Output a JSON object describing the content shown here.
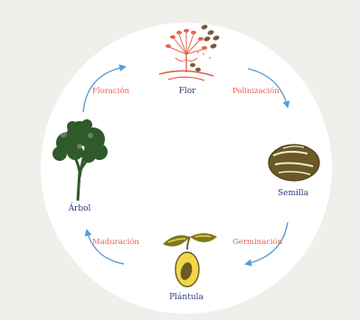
{
  "colors": {
    "background": "#f0efeb",
    "circle": "#ffffff",
    "node_label": "#2f3c7e",
    "edge_label": "#e4624f",
    "arrow": "#5a9bd4"
  },
  "nodes": [
    {
      "id": "flor",
      "label": "Flor",
      "icon": "flower-icon"
    },
    {
      "id": "semilla",
      "label": "Semilla",
      "icon": "seed-icon"
    },
    {
      "id": "plantula",
      "label": "Plántula",
      "icon": "seedling-icon"
    },
    {
      "id": "arbol",
      "label": "Árbol",
      "icon": "tree-icon"
    }
  ],
  "edges": [
    {
      "from": "flor",
      "to": "semilla",
      "label": "Polinización"
    },
    {
      "from": "semilla",
      "to": "plantula",
      "label": "Germinación"
    },
    {
      "from": "plantula",
      "to": "arbol",
      "label": "Maduración"
    },
    {
      "from": "arbol",
      "to": "flor",
      "label": "Floración"
    }
  ]
}
